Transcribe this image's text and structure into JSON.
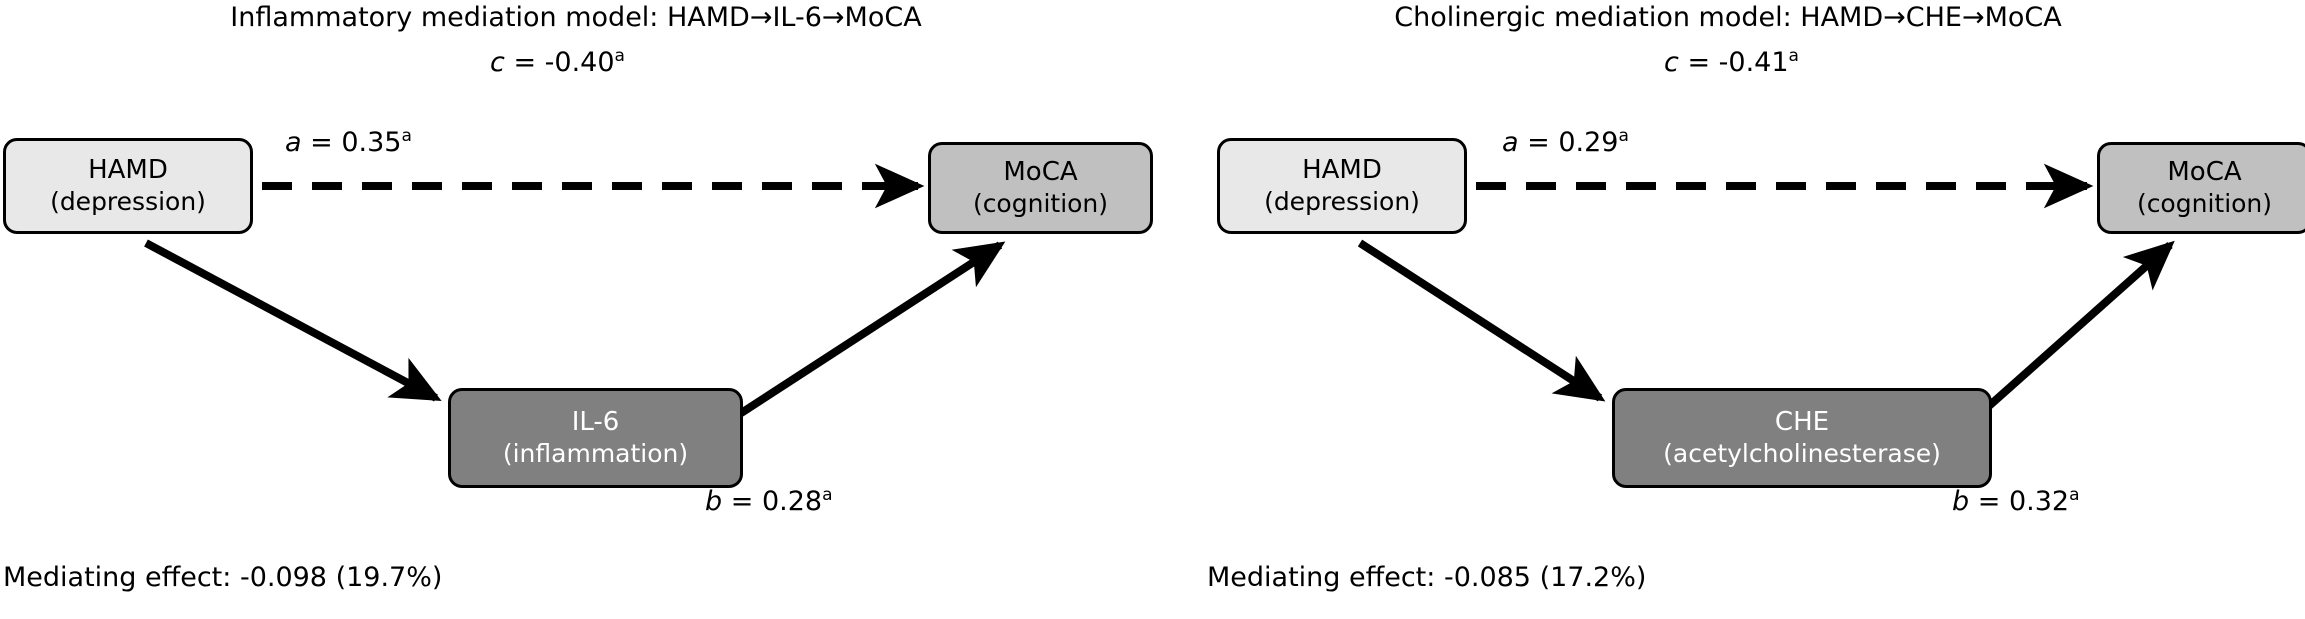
{
  "figure": {
    "background_color": "#ffffff",
    "node_colors": {
      "exposure_fill": "#e8e8e8",
      "outcome_fill": "#c0c0c0",
      "mediator_fill": "#808080",
      "mediator_text": "#ffffff",
      "border": "#000000"
    }
  },
  "panels": [
    {
      "id": "inflammatory",
      "title": "Inflammatory mediation model: HAMD→IL-6→MoCA",
      "nodes": {
        "exposure": {
          "name": "HAMD",
          "descriptor": "(depression)"
        },
        "mediator": {
          "name": "IL-6",
          "descriptor": "(inflammation)"
        },
        "outcome": {
          "name": "MoCA",
          "descriptor": "(cognition)"
        }
      },
      "paths": {
        "c": {
          "coef": "c",
          "equals": "=",
          "value": "-0.40",
          "sig": "a"
        },
        "a": {
          "coef": "a",
          "equals": "=",
          "value": "0.35",
          "sig": "a"
        },
        "b": {
          "coef": "b",
          "equals": "=",
          "value": "0.28",
          "sig": "a"
        }
      },
      "footer": "Mediating effect: -0.098 (19.7%)",
      "mediating_effect": {
        "value": -0.098,
        "percent": "19.7%"
      }
    },
    {
      "id": "cholinergic",
      "title": "Cholinergic mediation model: HAMD→CHE→MoCA",
      "nodes": {
        "exposure": {
          "name": "HAMD",
          "descriptor": "(depression)"
        },
        "mediator": {
          "name": "CHE",
          "descriptor": "(acetylcholinesterase)"
        },
        "outcome": {
          "name": "MoCA",
          "descriptor": "(cognition)"
        }
      },
      "paths": {
        "c": {
          "coef": "c",
          "equals": "=",
          "value": "-0.41",
          "sig": "a"
        },
        "a": {
          "coef": "a",
          "equals": "=",
          "value": "0.29",
          "sig": "a"
        },
        "b": {
          "coef": "b",
          "equals": "=",
          "value": "0.32",
          "sig": "a"
        }
      },
      "footer": "Mediating effect: -0.085 (17.2%)",
      "mediating_effect": {
        "value": -0.085,
        "percent": "17.2%"
      }
    }
  ]
}
